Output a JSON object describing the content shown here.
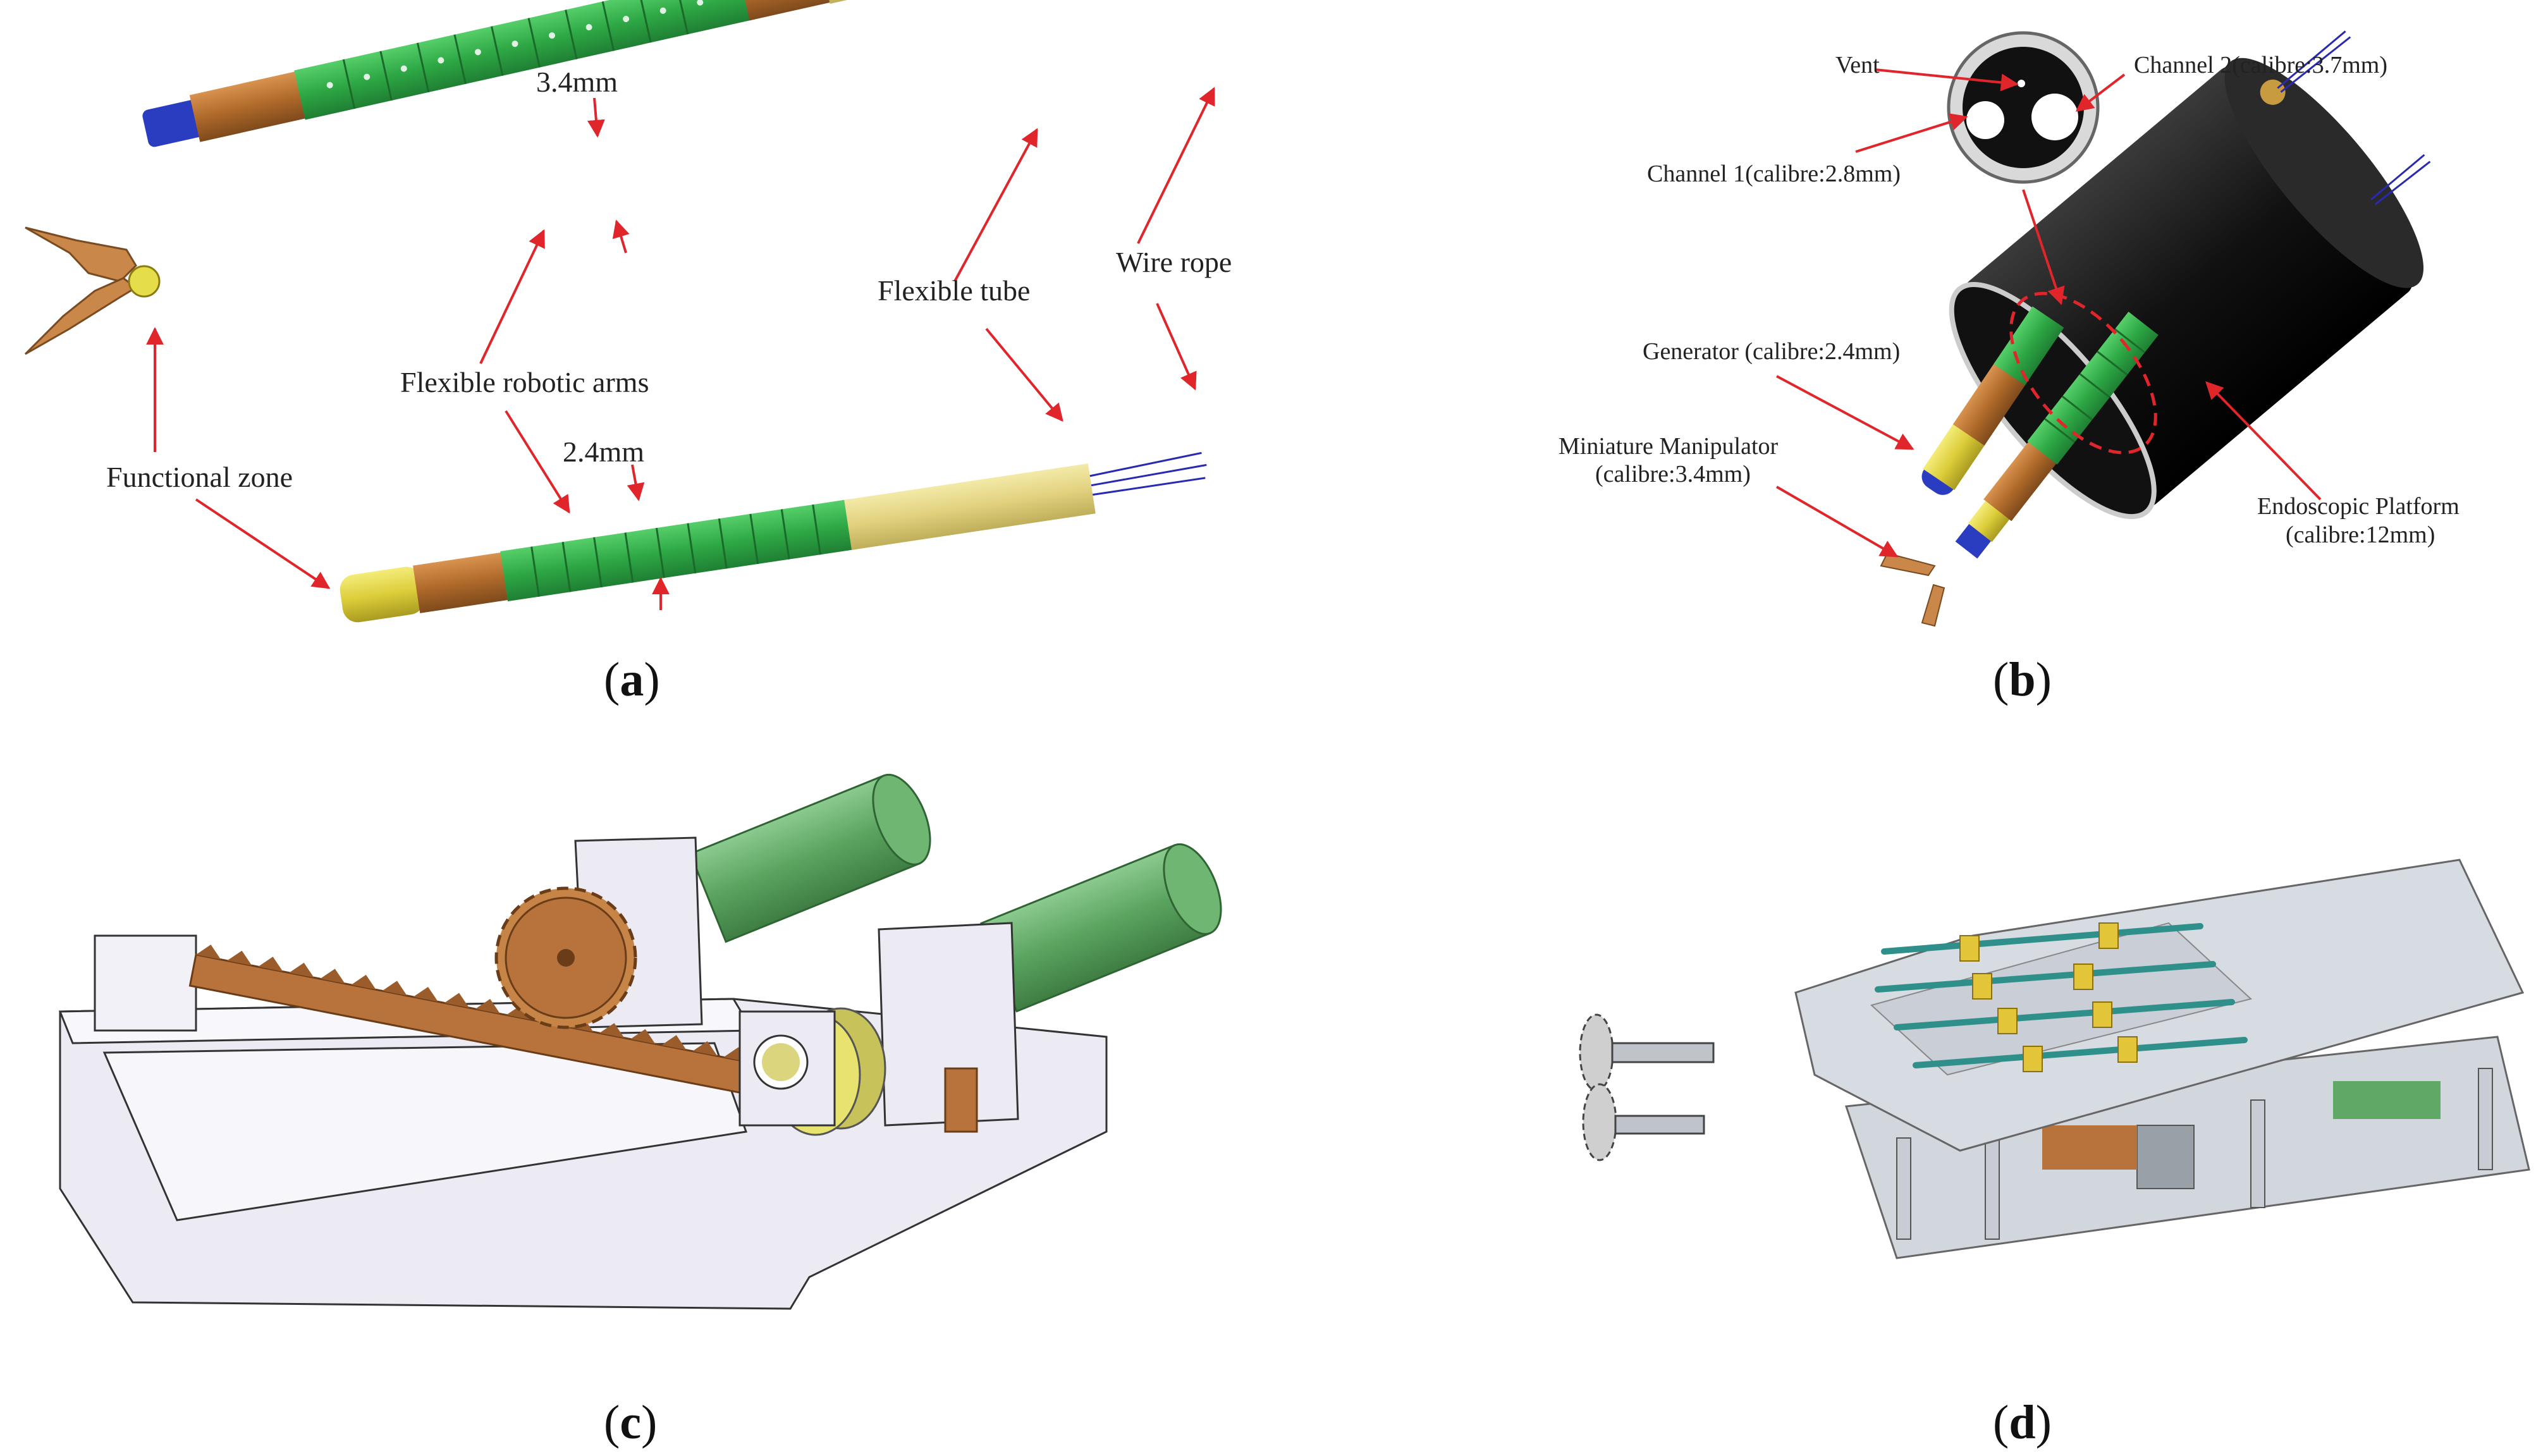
{
  "panels": {
    "a": {
      "caption_open": "(",
      "caption_letter": "a",
      "caption_close": ")",
      "labels": {
        "dim_large": "3.4mm",
        "dim_small": "2.4mm",
        "flexible_robotic_arms": "Flexible robotic arms",
        "functional_zone": "Functional zone",
        "flexible_tube": "Flexible tube",
        "wire_rope": "Wire rope"
      }
    },
    "b": {
      "caption_open": "(",
      "caption_letter": "b",
      "caption_close": ")",
      "labels": {
        "vent": "Vent",
        "channel_2": "Channel 2(calibre:3.7mm)",
        "channel_1": "Channel 1(calibre:2.8mm)",
        "generator": "Generator (calibre:2.4mm)",
        "manipulator_line1": "Miniature Manipulator",
        "manipulator_line2": "(calibre:3.4mm)",
        "platform_line1": "Endoscopic Platform",
        "platform_line2": "(calibre:12mm)"
      }
    },
    "c": {
      "caption_open": "(",
      "caption_letter": "c",
      "caption_close": ")"
    },
    "d": {
      "caption_open": "(",
      "caption_letter": "d",
      "caption_close": ")"
    }
  },
  "colors": {
    "green_arm": "#2db34a",
    "copper": "#b8742f",
    "flex_tube": "#e6d98a",
    "wire": "#2a2ab0",
    "arrow": "#e0262b",
    "platform_black": "#1a1a1a",
    "frame_lavender": "#ecebf3",
    "rack": "#b8733d",
    "motor_green": "#5fa865",
    "plate_grey": "#d7dbe2",
    "rod_teal": "#3aa7a0",
    "slider_yellow": "#e3c53a"
  }
}
